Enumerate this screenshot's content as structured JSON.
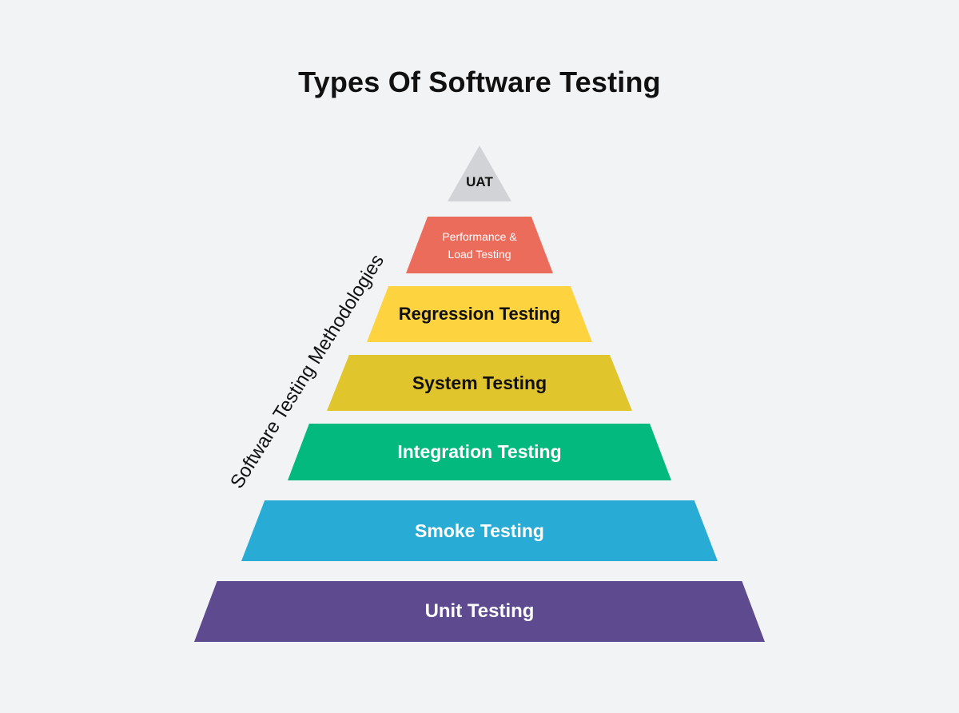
{
  "title": "Types Of Software Testing",
  "side_label": "Software Testing Methodologies",
  "tiers": [
    {
      "label": "UAT",
      "color": "#d1d3d6",
      "text_color": "#111111"
    },
    {
      "label_line1": "Performance &",
      "label_line2": "Load Testing",
      "color": "#ec6c5c",
      "text_color": "#ffffff"
    },
    {
      "label": "Regression Testing",
      "color": "#fdd43f",
      "text_color": "#111111"
    },
    {
      "label": "System Testing",
      "color": "#e1c52d",
      "text_color": "#111111"
    },
    {
      "label": "Integration Testing",
      "color": "#04b97e",
      "text_color": "#ffffff"
    },
    {
      "label": "Smoke Testing",
      "color": "#28acd6",
      "text_color": "#ffffff"
    },
    {
      "label": "Unit Testing",
      "color": "#5d4a8f",
      "text_color": "#ffffff"
    }
  ]
}
